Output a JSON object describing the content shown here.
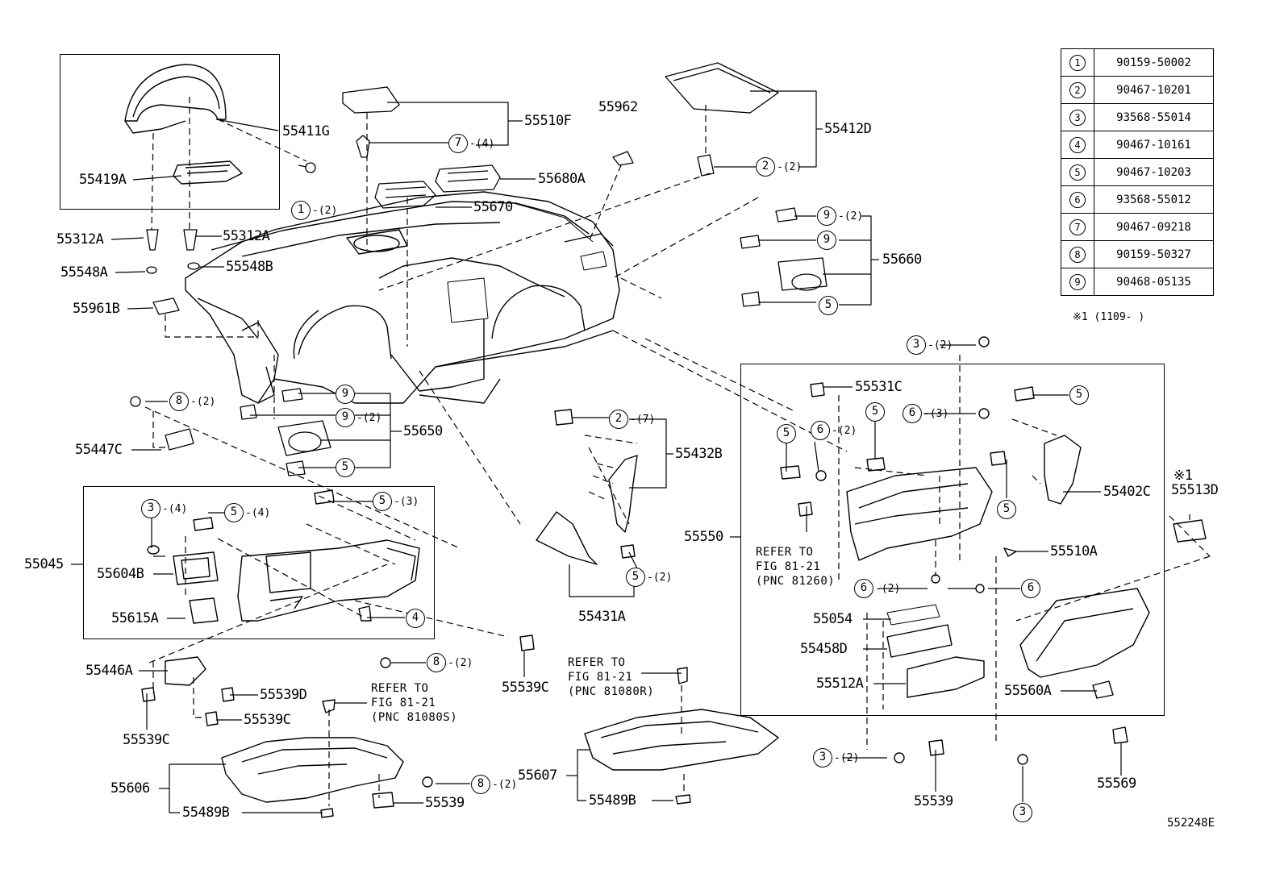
{
  "parts": {
    "p55411G": "55411G",
    "p55419A": "55419A",
    "p55312A_l": "55312A",
    "p55312A_r": "55312A",
    "p55548A": "55548A",
    "p55548B": "55548B",
    "p55961B": "55961B",
    "p55510F": "55510F",
    "p55962": "55962",
    "p55412D": "55412D",
    "p55680A": "55680A",
    "p55670": "55670",
    "p55660": "55660",
    "p55650": "55650",
    "p55447C": "55447C",
    "p55045": "55045",
    "p55604B": "55604B",
    "p55615A": "55615A",
    "p55446A": "55446A",
    "p55539D": "55539D",
    "p55539C_a": "55539C",
    "p55539C_b": "55539C",
    "p55539C_c": "55539C",
    "p55606": "55606",
    "p55489B_a": "55489B",
    "p55539_a": "55539",
    "p55607": "55607",
    "p55489B_b": "55489B",
    "p55432B": "55432B",
    "p55431A": "55431A",
    "p55531C": "55531C",
    "p55550": "55550",
    "p55402C": "55402C",
    "p55510A": "55510A",
    "p55054": "55054",
    "p55458D": "55458D",
    "p55512A": "55512A",
    "p55560A": "55560A",
    "p55539_b": "55539",
    "p55569": "55569",
    "p55513D": "55513D",
    "mark55513D": "※1"
  },
  "refs": {
    "r1": [
      "REFER TO",
      "FIG 81-21",
      "(PNC 81260)"
    ],
    "r2": [
      "REFER TO",
      "FIG 81-21",
      "(PNC 81080S)"
    ],
    "r3": [
      "REFER TO",
      "FIG 81-21",
      "(PNC 81080R)"
    ]
  },
  "callouts": {
    "c1": {
      "n": "1",
      "q": "-(2)"
    },
    "c7": {
      "n": "7",
      "q": "-(4)"
    },
    "c2a": {
      "n": "2",
      "q": "-(2)"
    },
    "c9a": {
      "n": "9",
      "q": "-(2)"
    },
    "c9b": {
      "n": "9",
      "q": ""
    },
    "c5a": {
      "n": "5",
      "q": ""
    },
    "c8a": {
      "n": "8",
      "q": "-(2)"
    },
    "c9c": {
      "n": "9",
      "q": ""
    },
    "c9d": {
      "n": "9",
      "q": "-(2)"
    },
    "c5b": {
      "n": "5",
      "q": ""
    },
    "c3a": {
      "n": "3",
      "q": "-(4)"
    },
    "c5c": {
      "n": "5",
      "q": "-(4)"
    },
    "c5d": {
      "n": "5",
      "q": "-(3)"
    },
    "c4": {
      "n": "4",
      "q": ""
    },
    "c8b": {
      "n": "8",
      "q": "-(2)"
    },
    "c8c": {
      "n": "8",
      "q": "-(2)"
    },
    "c2b": {
      "n": "2",
      "q": "-(7)"
    },
    "c5e": {
      "n": "5",
      "q": "-(2)"
    },
    "c3b": {
      "n": "3",
      "q": "-(2)"
    },
    "c5f": {
      "n": "5",
      "q": ""
    },
    "c6a": {
      "n": "6",
      "q": "-(3)"
    },
    "c5g": {
      "n": "5",
      "q": ""
    },
    "c6b": {
      "n": "6",
      "q": "-(2)"
    },
    "c5h": {
      "n": "5",
      "q": ""
    },
    "c5i": {
      "n": "5",
      "q": ""
    },
    "c6c": {
      "n": "6",
      "q": "-(2)"
    },
    "c6d": {
      "n": "6",
      "q": ""
    },
    "c3c": {
      "n": "3",
      "q": "-(2)"
    },
    "c3d": {
      "n": "3",
      "q": ""
    }
  },
  "legend": [
    {
      "n": "1",
      "part": "90159-50002"
    },
    {
      "n": "2",
      "part": "90467-10201"
    },
    {
      "n": "3",
      "part": "93568-55014"
    },
    {
      "n": "4",
      "part": "90467-10161"
    },
    {
      "n": "5",
      "part": "90467-10203"
    },
    {
      "n": "6",
      "part": "93568-55012"
    },
    {
      "n": "7",
      "part": "90467-09218"
    },
    {
      "n": "8",
      "part": "90159-50327"
    },
    {
      "n": "9",
      "part": "90468-05135"
    }
  ],
  "note": "※1 (1109-    )",
  "drawing_number": "552248E"
}
